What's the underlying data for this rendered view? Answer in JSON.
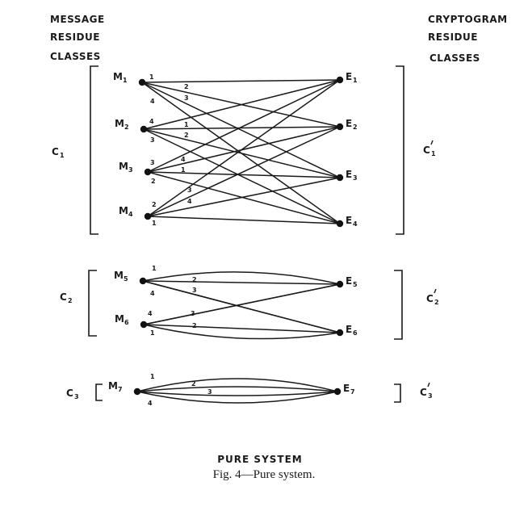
{
  "headers": {
    "left": [
      "MESSAGE",
      "RESIDUE",
      "CLASSES"
    ],
    "right": [
      "CRYPTOGRAM",
      "RESIDUE",
      "CLASSES"
    ]
  },
  "messages": [
    {
      "id": "M1",
      "letter": "M",
      "sub": "1"
    },
    {
      "id": "M2",
      "letter": "M",
      "sub": "2"
    },
    {
      "id": "M3",
      "letter": "M",
      "sub": "3"
    },
    {
      "id": "M4",
      "letter": "M",
      "sub": "4"
    },
    {
      "id": "M5",
      "letter": "M",
      "sub": "5"
    },
    {
      "id": "M6",
      "letter": "M",
      "sub": "6"
    },
    {
      "id": "M7",
      "letter": "M",
      "sub": "7"
    }
  ],
  "cryptograms": [
    {
      "id": "E1",
      "letter": "E",
      "sub": "1"
    },
    {
      "id": "E2",
      "letter": "E",
      "sub": "2"
    },
    {
      "id": "E3",
      "letter": "E",
      "sub": "3"
    },
    {
      "id": "E4",
      "letter": "E",
      "sub": "4"
    },
    {
      "id": "E5",
      "letter": "E",
      "sub": "5"
    },
    {
      "id": "E6",
      "letter": "E",
      "sub": "6"
    },
    {
      "id": "E7",
      "letter": "E",
      "sub": "7"
    }
  ],
  "classes_left": [
    {
      "letter": "C",
      "sub": "1"
    },
    {
      "letter": "C",
      "sub": "2"
    },
    {
      "letter": "C",
      "sub": "3"
    }
  ],
  "classes_right": [
    {
      "letter": "C",
      "sub": "1"
    },
    {
      "letter": "C",
      "sub": "2"
    },
    {
      "letter": "C",
      "sub": "3"
    }
  ],
  "edges": [
    {
      "from": "M1",
      "to": "E1",
      "key": "1"
    },
    {
      "from": "M1",
      "to": "E2",
      "key": "2"
    },
    {
      "from": "M1",
      "to": "E3",
      "key": "3"
    },
    {
      "from": "M1",
      "to": "E4",
      "key": "4"
    },
    {
      "from": "M2",
      "to": "E1",
      "key": "4"
    },
    {
      "from": "M2",
      "to": "E2",
      "key": "1"
    },
    {
      "from": "M2",
      "to": "E3",
      "key": "2"
    },
    {
      "from": "M2",
      "to": "E4",
      "key": "3"
    },
    {
      "from": "M3",
      "to": "E1",
      "key": "3"
    },
    {
      "from": "M3",
      "to": "E2",
      "key": "4"
    },
    {
      "from": "M3",
      "to": "E3",
      "key": "1"
    },
    {
      "from": "M3",
      "to": "E4",
      "key": "2"
    },
    {
      "from": "M4",
      "to": "E1",
      "key": "2"
    },
    {
      "from": "M4",
      "to": "E2",
      "key": "3"
    },
    {
      "from": "M4",
      "to": "E3",
      "key": "4"
    },
    {
      "from": "M4",
      "to": "E4",
      "key": "1"
    },
    {
      "from": "M5",
      "to": "E5",
      "key": "1"
    },
    {
      "from": "M5",
      "to": "E5",
      "key": "2"
    },
    {
      "from": "M5",
      "to": "E6",
      "key": "3"
    },
    {
      "from": "M5",
      "to": "E6",
      "key": "4"
    },
    {
      "from": "M6",
      "to": "E5",
      "key": "4"
    },
    {
      "from": "M6",
      "to": "E5",
      "key": "3"
    },
    {
      "from": "M6",
      "to": "E6",
      "key": "2"
    },
    {
      "from": "M6",
      "to": "E6",
      "key": "1"
    },
    {
      "from": "M7",
      "to": "E7",
      "key": "1"
    },
    {
      "from": "M7",
      "to": "E7",
      "key": "2"
    },
    {
      "from": "M7",
      "to": "E7",
      "key": "3"
    },
    {
      "from": "M7",
      "to": "E7",
      "key": "4"
    }
  ],
  "figure": {
    "title": "PURE SYSTEM",
    "caption": "Fig. 4—Pure system."
  }
}
